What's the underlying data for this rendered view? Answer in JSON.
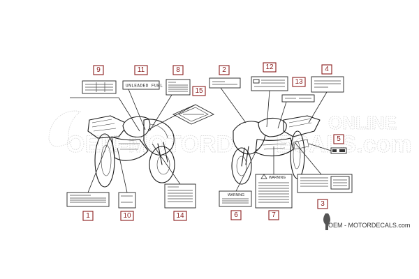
{
  "callouts": [
    "1",
    "2",
    "3",
    "4",
    "5",
    "6",
    "7",
    "8",
    "9",
    "10",
    "11",
    "12",
    "13",
    "14",
    "15"
  ],
  "decal_texts": {
    "unleaded_fuel": "UNLEADED FUEL ONLY",
    "warning": "WARNING"
  },
  "watermark": {
    "text_left": "OEM-MOTORD",
    "text_right": "ECALS.com",
    "text_top_right": "ONLINE"
  },
  "logo": {
    "text": "OEM - MOTORDECALS.com"
  },
  "colors": {
    "callout": "#8a1c1c",
    "line": "#1a1a1a",
    "watermark": "#d9d9d9"
  }
}
